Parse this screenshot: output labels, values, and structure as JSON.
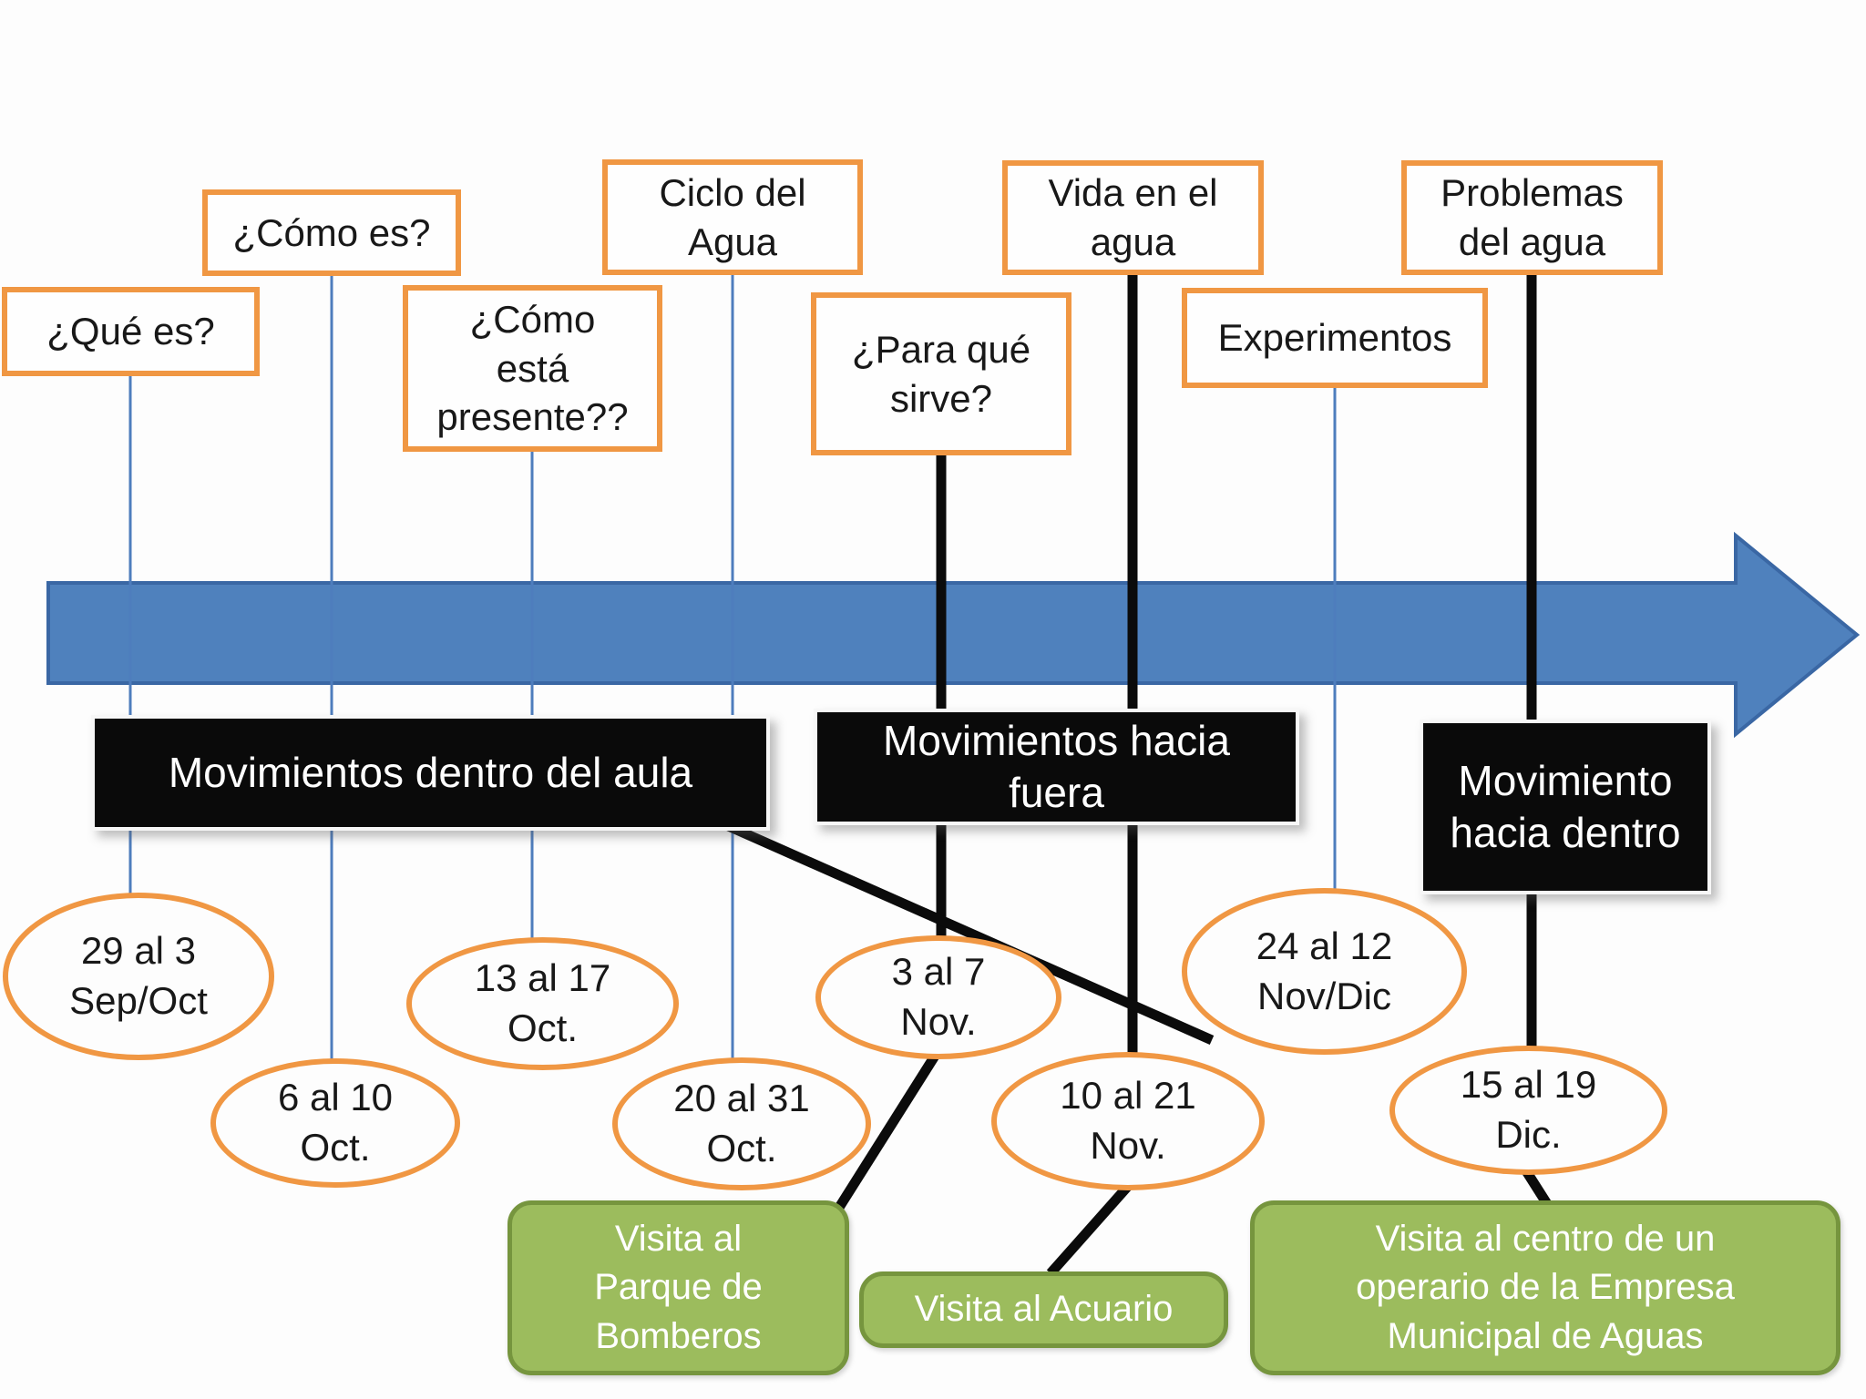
{
  "colors": {
    "orange_border": "#F09743",
    "arrow_fill": "#4F81BD",
    "arrow_stroke": "#3A67A4",
    "thin_line_blue": "#4E7DBD",
    "thick_line_black": "#0B0B0B",
    "movement_box_bg": "#0A0A0A",
    "visit_box_bg": "#9CBC5D",
    "visit_box_border": "#76953E"
  },
  "topics": [
    {
      "label": "¿Qué es?",
      "lines": [
        "¿Qué es?"
      ]
    },
    {
      "label": "¿Cómo es?",
      "lines": [
        "¿Cómo es?"
      ]
    },
    {
      "label": "¿Cómo está presente??",
      "lines": [
        "¿Cómo",
        "está",
        "presente??"
      ]
    },
    {
      "label": "Ciclo del Agua",
      "lines": [
        "Ciclo del",
        "Agua"
      ]
    },
    {
      "label": "¿Para qué sirve?",
      "lines": [
        "¿Para qué",
        "sirve?"
      ]
    },
    {
      "label": "Vida en el agua",
      "lines": [
        "Vida en el",
        "agua"
      ]
    },
    {
      "label": "Experimentos",
      "lines": [
        "Experimentos"
      ]
    },
    {
      "label": "Problemas del agua",
      "lines": [
        "Problemas",
        "del agua"
      ]
    }
  ],
  "movements": [
    {
      "label": "Movimientos dentro del aula",
      "lines": [
        "Movimientos dentro del aula"
      ]
    },
    {
      "label": "Movimientos hacia fuera",
      "lines": [
        "Movimientos hacia",
        "fuera"
      ]
    },
    {
      "label": "Movimiento hacia dentro",
      "lines": [
        "Movimiento",
        "hacia dentro"
      ]
    }
  ],
  "dates": [
    {
      "label": "29 al 3 Sep/Oct",
      "lines": [
        "29 al 3",
        "Sep/Oct"
      ]
    },
    {
      "label": "6 al 10 Oct.",
      "lines": [
        "6 al 10",
        "Oct."
      ]
    },
    {
      "label": "13 al 17 Oct.",
      "lines": [
        "13 al 17",
        "Oct."
      ]
    },
    {
      "label": "20 al 31 Oct.",
      "lines": [
        "20 al 31",
        "Oct."
      ]
    },
    {
      "label": "3 al 7 Nov.",
      "lines": [
        "3 al 7",
        "Nov."
      ]
    },
    {
      "label": "10 al 21 Nov.",
      "lines": [
        "10 al 21",
        "Nov."
      ]
    },
    {
      "label": "24 al 12 Nov/Dic",
      "lines": [
        "24 al 12",
        "Nov/Dic"
      ]
    },
    {
      "label": "15 al 19 Dic.",
      "lines": [
        "15 al 19",
        "Dic."
      ]
    }
  ],
  "visits": [
    {
      "label": "Visita al Parque de Bomberos",
      "lines": [
        "Visita al",
        "Parque de",
        "Bomberos"
      ]
    },
    {
      "label": "Visita al Acuario",
      "lines": [
        "Visita al Acuario"
      ]
    },
    {
      "label": "Visita al centro de un operario de la Empresa Municipal de Aguas",
      "lines": [
        "Visita al centro de un",
        "operario de la Empresa",
        "Municipal de Aguas"
      ]
    }
  ]
}
